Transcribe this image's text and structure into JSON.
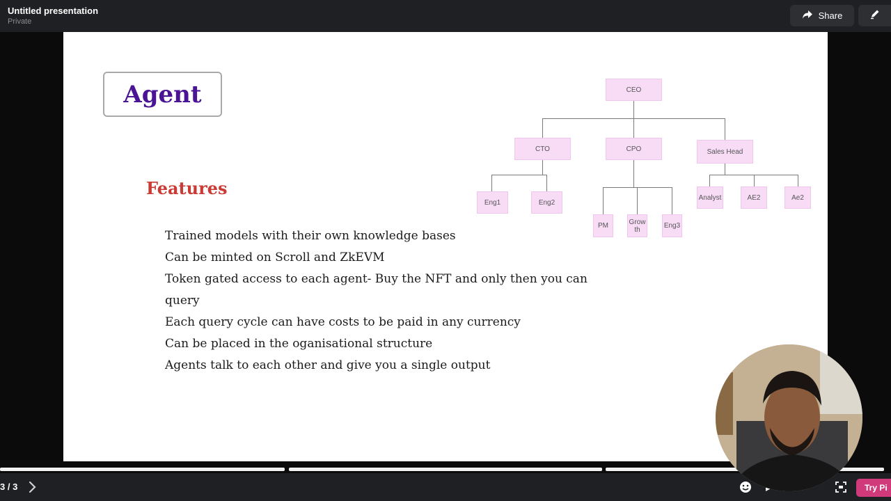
{
  "header": {
    "title": "Untitled presentation",
    "visibility": "Private",
    "share_label": "Share"
  },
  "slide": {
    "title": "Agent",
    "section": "Features",
    "features": [
      "Trained models with their own knowledge bases",
      "Can be minted on Scroll and ZkEVM",
      "Token gated access to each agent- Buy the NFT and only then you can",
      "query",
      "Each query cycle can have costs to be paid in any currency",
      "Can be placed in the oganisational structure",
      "Agents talk to each other and give you a single output"
    ],
    "org_chart": {
      "root": "CEO",
      "level1": [
        "CTO",
        "CPO",
        "Sales Head"
      ],
      "cto_children": [
        "Eng1",
        "Eng2"
      ],
      "cpo_children": [
        "PM",
        "Growth",
        "Eng3"
      ],
      "sales_children": [
        "Analyst",
        "AE2",
        "Ae2"
      ],
      "growth_display": [
        "Grow",
        "th"
      ]
    }
  },
  "footer": {
    "page_indicator": "3 / 3",
    "try_label": "Try Pi"
  },
  "colors": {
    "accent_title": "#4b1494",
    "section_heading": "#c93b34",
    "org_node": "#f8dcf6"
  },
  "icons": [
    "share-icon",
    "edit-icon",
    "chevron-right-icon",
    "emoji-icon",
    "play-icon",
    "fullscreen-icon"
  ]
}
